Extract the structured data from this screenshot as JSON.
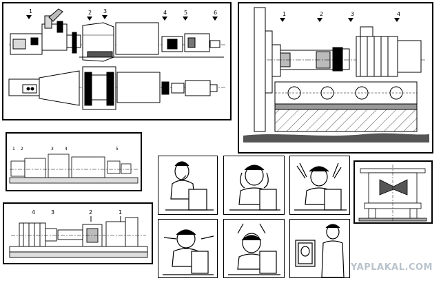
{
  "panel_top_left": {
    "labels": [
      "1",
      "2",
      "3",
      "4",
      "5",
      "6"
    ]
  },
  "panel_top_right": {
    "labels": [
      "1",
      "2",
      "3",
      "4"
    ]
  },
  "panel_mid_left": {
    "labels": [
      "1",
      "2",
      "3",
      "4",
      "5"
    ]
  },
  "panel_bottom_left": {
    "labels": [
      "4",
      "3",
      "2",
      "1"
    ]
  },
  "cartoon": {
    "frame_count": 6,
    "frames": [
      "pondering",
      "head-in-hands",
      "hands-up-shocked",
      "pulling-hair",
      "holding-head",
      "framed-portrait"
    ]
  },
  "watermark": {
    "text": "YAPLAKAL.COM"
  }
}
